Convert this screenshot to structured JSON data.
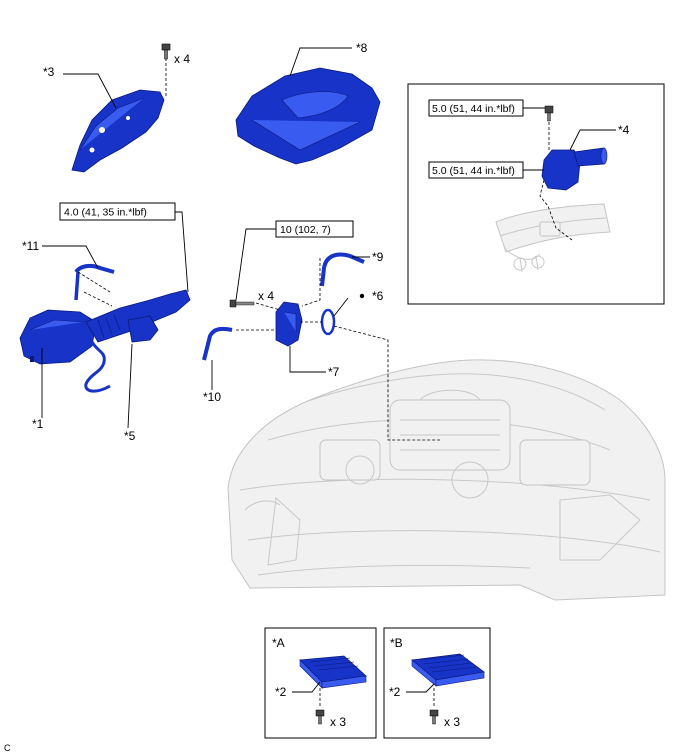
{
  "labels": {
    "p1": "*1",
    "p2a": "*2",
    "p2b": "*2",
    "p3": "*3",
    "p4": "*4",
    "p5": "*5",
    "p6": "*6",
    "p7": "*7",
    "p8": "*8",
    "p9": "*9",
    "p10": "*10",
    "p11": "*11"
  },
  "quantities": {
    "q_top": "x 4",
    "q_mid": "x 4",
    "q_a": "x 3",
    "q_b": "x 3"
  },
  "torques": {
    "t_air_tube": "4.0 (41, 35 in.*lbf)",
    "t_bracket": "10 (102, 7)",
    "t_inset_1": "5.0 (51, 44 in.*lbf)",
    "t_inset_2": "5.0 (51, 44 in.*lbf)"
  },
  "variants": {
    "a": "*A",
    "b": "*B"
  },
  "corner_mark": "C",
  "colors": {
    "part_blue": "#1733c8",
    "part_outline": "#0a1a78",
    "vehicle_gray": "#c8c8c8"
  }
}
